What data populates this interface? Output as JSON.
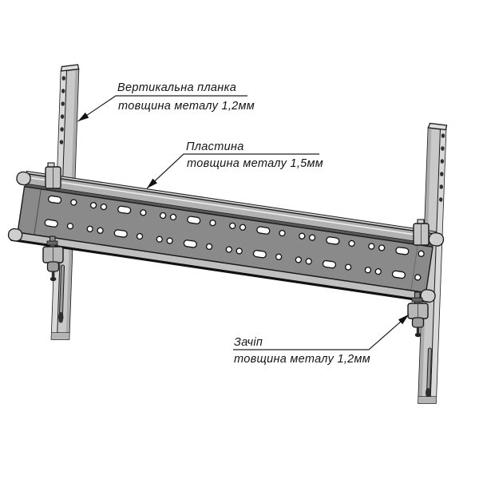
{
  "callouts": [
    {
      "part": "vertical-bar",
      "title": "Вертикальна планка",
      "subtitle": "товщина металу 1,2мм"
    },
    {
      "part": "plate",
      "title": "Пластина",
      "subtitle": "товщина металу 1,5мм"
    },
    {
      "part": "hook",
      "title": "Зачіп",
      "subtitle": "товщина металу 1,2мм"
    }
  ],
  "colors": {
    "background": "#ffffff",
    "outline": "#1a1a1a",
    "plate_face": "#8a8a8a",
    "plate_rail": "#b2b2b2",
    "bar_front": "#c9c9c9",
    "bar_flange": "#d9d9d9",
    "bar_shadow": "#ababab",
    "end_cap": "#cecece",
    "text": "#141414"
  }
}
